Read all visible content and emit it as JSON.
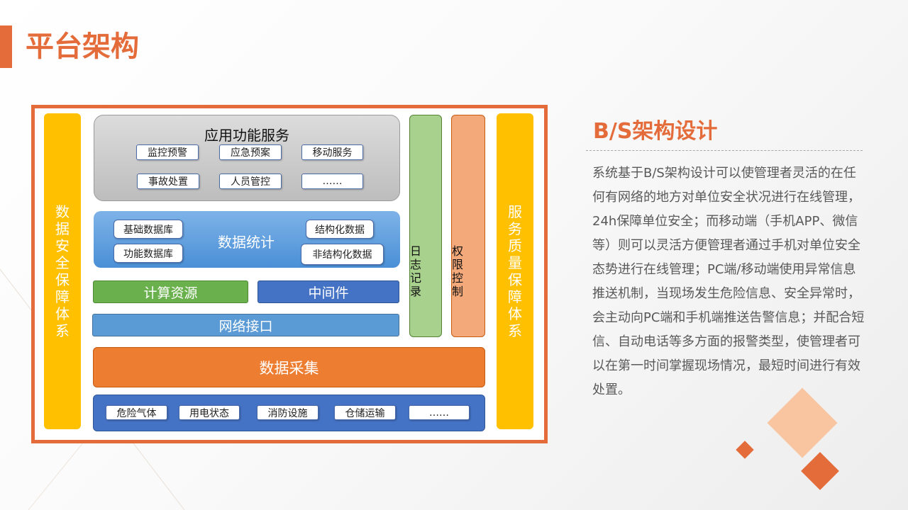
{
  "page": {
    "title": "平台架构"
  },
  "diagram": {
    "left_band": "数据安全保障体系",
    "right_band": "服务质量保障体系",
    "app_layer": {
      "title": "应用功能服务",
      "items": [
        "监控预警",
        "应急预案",
        "移动服务",
        "事故处置",
        "人员管控",
        "……"
      ]
    },
    "data_layer": {
      "title": "数据统计",
      "items": [
        "基础数据库",
        "功能数据库",
        "结构化数据",
        "非结构化数据"
      ]
    },
    "compute": "计算资源",
    "middleware": "中间件",
    "network": "网络接口",
    "log": "日志记录",
    "auth": "权限控制",
    "collect": "数据采集",
    "sources": [
      "危险气体",
      "用电状态",
      "消防设施",
      "仓储运输",
      "……"
    ]
  },
  "side": {
    "title": "B/S架构设计",
    "body": "系统基于B/S架构设计可以使管理者灵活的在任何有网络的地方对单位安全状况进行在线管理，24h保障单位安全；而移动端（手机APP、微信等）则可以灵活方便管理者通过手机对单位安全态势进行在线管理；PC端/移动端使用异常信息推送机制，当现场发生危险信息、安全异常时，会主动向PC端和手机端推送告警信息；并配合短信、自动电话等多方面的报警类型，使管理者可以在第一时间掌握现场情况，最短时间进行有效处置。"
  },
  "colors": {
    "accent": "#e46c3b",
    "band": "#ffc000",
    "blue": "#4472c4",
    "green": "#6ab04c",
    "orange": "#ed7d31"
  }
}
